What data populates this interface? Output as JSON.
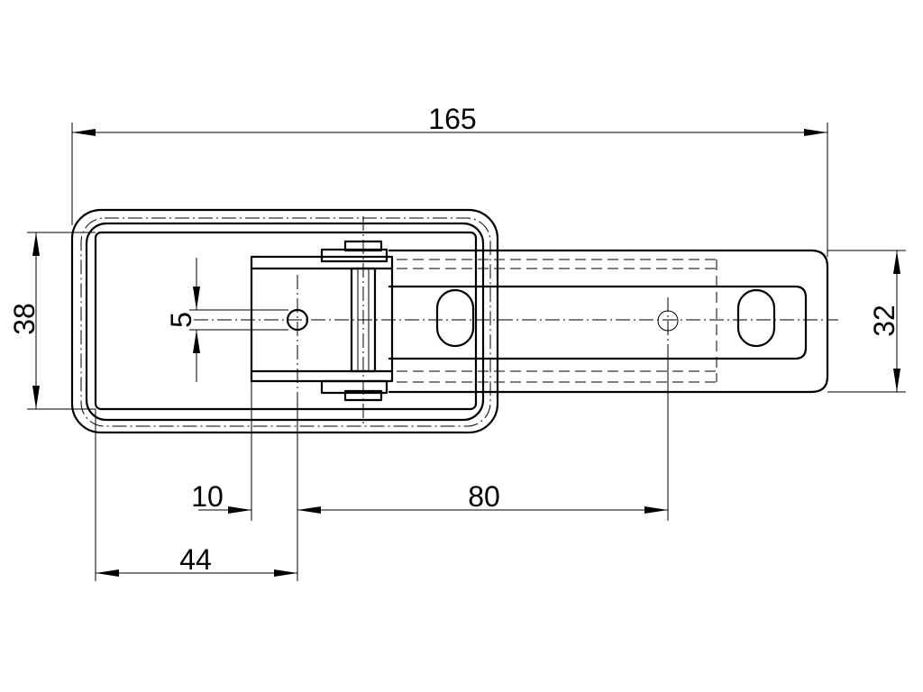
{
  "dimensions": {
    "overall_length": "165",
    "base_height": "38",
    "hole_diameter": "5",
    "strap_width": "32",
    "hinge_offset": "10",
    "hole_spacing": "80",
    "base_to_hole": "44"
  },
  "colors": {
    "line": "#000000",
    "background": "#ffffff"
  }
}
